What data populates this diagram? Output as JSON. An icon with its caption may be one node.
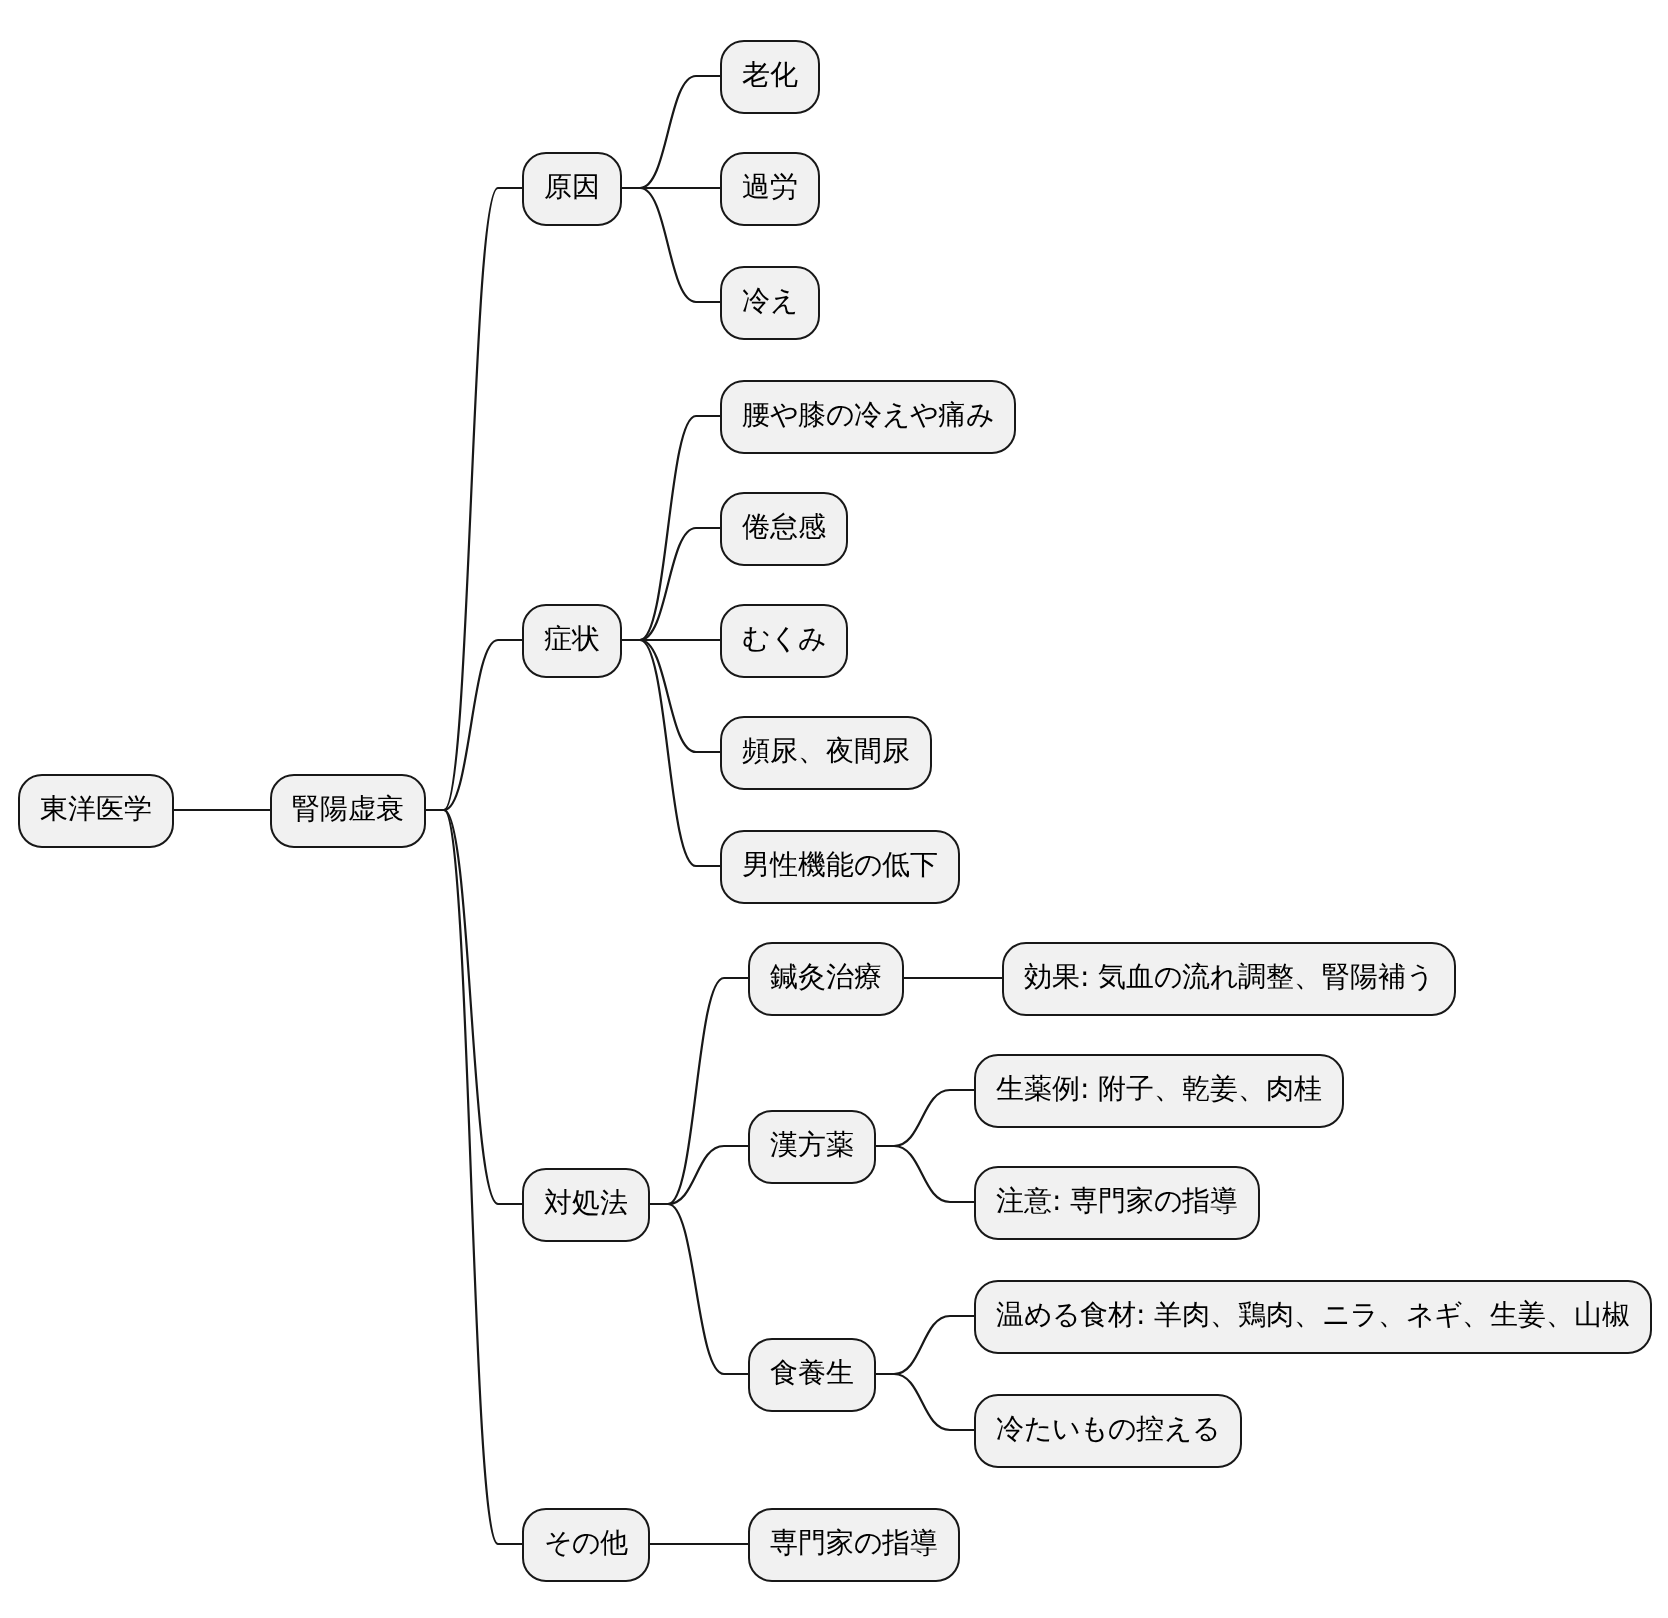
{
  "diagram": {
    "nodes": [
      {
        "text": [
          "東洋医学"
        ]
      },
      {
        "text": [
          "腎陽虚衰"
        ]
      },
      {
        "text": [
          "原因"
        ]
      },
      {
        "text": [
          "老化"
        ]
      },
      {
        "text": [
          "過労"
        ]
      },
      {
        "text": [
          "冷え"
        ]
      },
      {
        "text": [
          "症状"
        ]
      },
      {
        "text": [
          "腰や膝の冷えや痛み"
        ]
      },
      {
        "text": [
          "倦怠感"
        ]
      },
      {
        "text": [
          "むくみ"
        ]
      },
      {
        "text": [
          "頻尿、夜間尿"
        ]
      },
      {
        "text": [
          "男性機能の低下"
        ]
      },
      {
        "text": [
          "対処法"
        ]
      },
      {
        "text": [
          "鍼灸治療"
        ]
      },
      {
        "text": [
          "効果: 気血の流れ調整、腎陽補う"
        ]
      },
      {
        "text": [
          "漢方薬"
        ]
      },
      {
        "text": [
          "生薬例: 附子、乾姜、肉桂"
        ]
      },
      {
        "text": [
          "注意: 専門家の指導"
        ]
      },
      {
        "text": [
          "食養生"
        ]
      },
      {
        "text": [
          "温める食材: 羊肉、鶏肉、ニラ、ネギ、生姜、山椒"
        ]
      },
      {
        "text": [
          "冷たいもの控える"
        ]
      },
      {
        "text": [
          "その他"
        ]
      },
      {
        "text": [
          "専門家の指導"
        ]
      }
    ],
    "edges": [
      {
        "from": 0,
        "to": 1,
        "arrow": "none"
      },
      {
        "from": 1,
        "to": 2,
        "arrow": "none"
      },
      {
        "from": 2,
        "to": 3,
        "arrow": "none"
      },
      {
        "from": 2,
        "to": 4,
        "arrow": "none"
      },
      {
        "from": 2,
        "to": 5,
        "arrow": "none"
      },
      {
        "from": 1,
        "to": 6,
        "arrow": "none"
      },
      {
        "from": 6,
        "to": 7,
        "arrow": "none"
      },
      {
        "from": 6,
        "to": 8,
        "arrow": "none"
      },
      {
        "from": 6,
        "to": 9,
        "arrow": "none"
      },
      {
        "from": 6,
        "to": 10,
        "arrow": "none"
      },
      {
        "from": 6,
        "to": 11,
        "arrow": "none"
      },
      {
        "from": 1,
        "to": 12,
        "arrow": "none"
      },
      {
        "from": 12,
        "to": 13,
        "arrow": "none"
      },
      {
        "from": 13,
        "to": 14,
        "arrow": "none"
      },
      {
        "from": 12,
        "to": 15,
        "arrow": "none"
      },
      {
        "from": 15,
        "to": 16,
        "arrow": "none"
      },
      {
        "from": 15,
        "to": 17,
        "arrow": "none"
      },
      {
        "from": 12,
        "to": 18,
        "arrow": "none"
      },
      {
        "from": 18,
        "to": 19,
        "arrow": "none"
      },
      {
        "from": 18,
        "to": 20,
        "arrow": "none"
      },
      {
        "from": 1,
        "to": 21,
        "arrow": "none"
      },
      {
        "from": 21,
        "to": 22,
        "arrow": "none"
      }
    ]
  }
}
